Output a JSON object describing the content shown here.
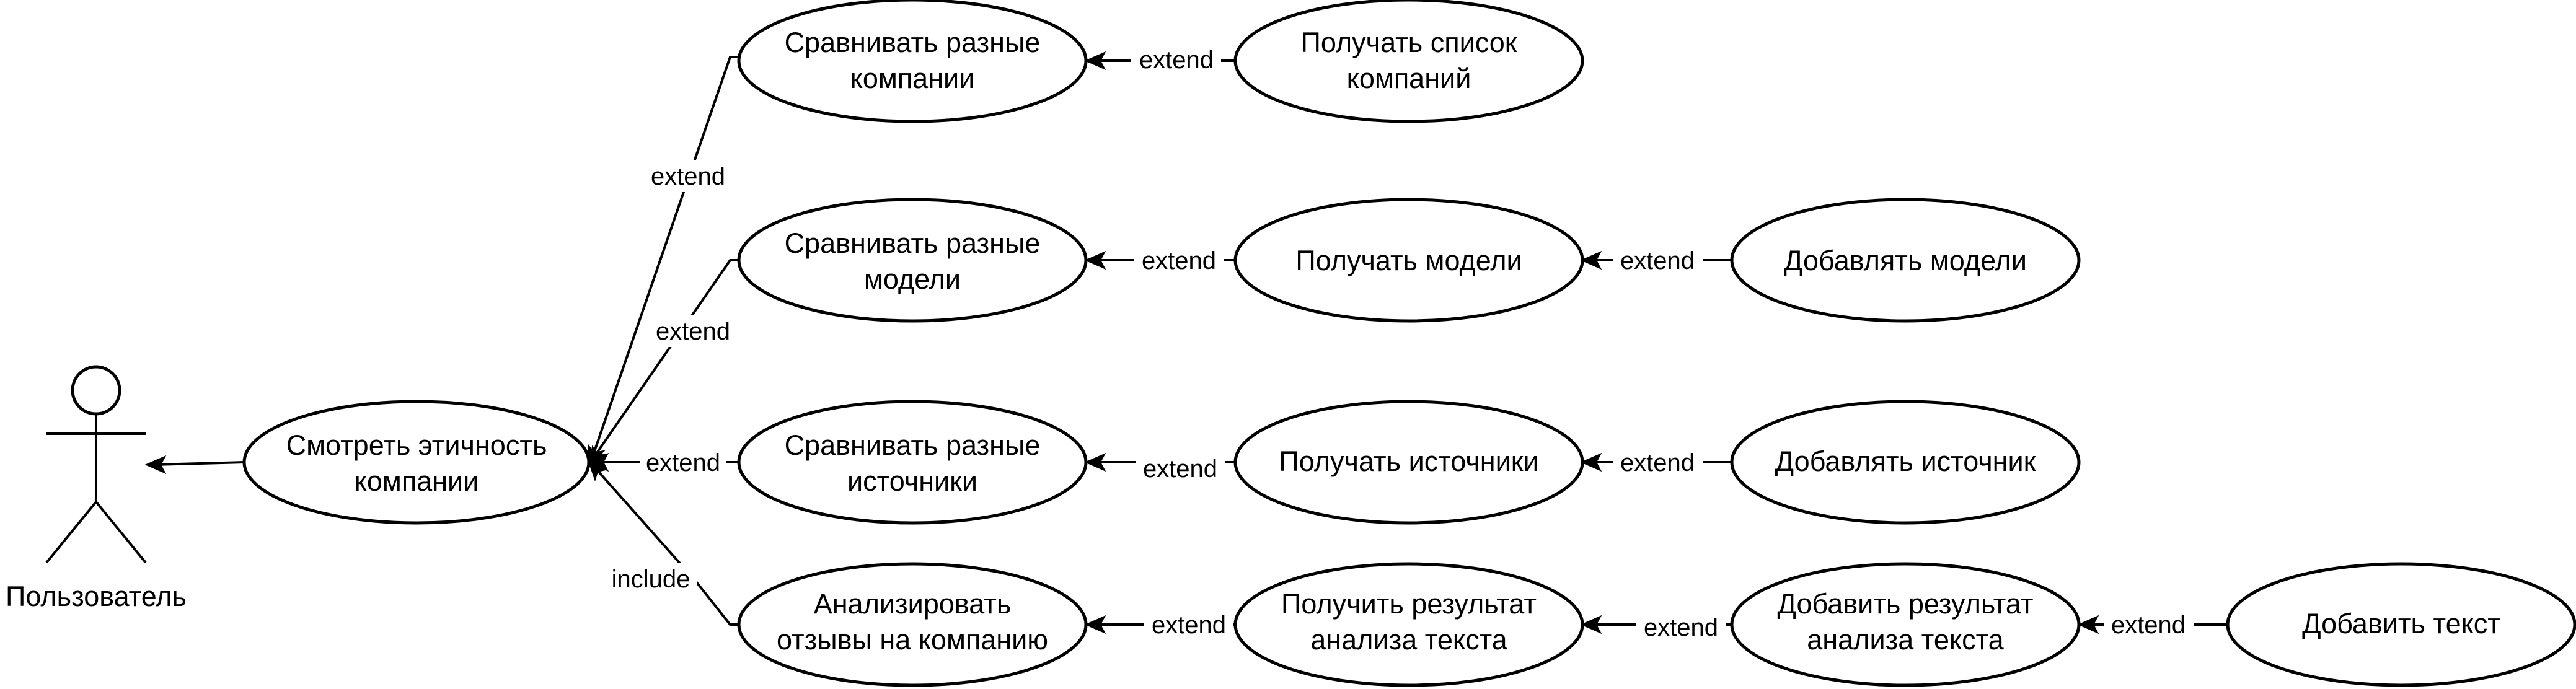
{
  "actor": {
    "name": "Пользователь"
  },
  "use_cases": {
    "uc_ethics": {
      "line1": "Смотреть этичность",
      "line2": "компании"
    },
    "uc_compare_companies": {
      "line1": "Сравнивать разные",
      "line2": "компании"
    },
    "uc_get_companies": {
      "line1": "Получать список",
      "line2": "компаний"
    },
    "uc_compare_models": {
      "line1": "Сравнивать разные",
      "line2": "модели"
    },
    "uc_get_models": {
      "line1": "Получать модели",
      "line2": ""
    },
    "uc_add_models": {
      "line1": "Добавлять модели",
      "line2": ""
    },
    "uc_compare_sources": {
      "line1": "Сравнивать разные",
      "line2": "источники"
    },
    "uc_get_sources": {
      "line1": "Получать источники",
      "line2": ""
    },
    "uc_add_source": {
      "line1": "Добавлять источник",
      "line2": ""
    },
    "uc_analyze_reviews": {
      "line1": "Анализировать",
      "line2": "отзывы на компанию"
    },
    "uc_get_result": {
      "line1": "Получить результат",
      "line2": "анализа текста"
    },
    "uc_add_result": {
      "line1": "Добавить результат",
      "line2": "анализа текста"
    },
    "uc_add_text": {
      "line1": "Добавить текст",
      "line2": ""
    }
  },
  "relations": {
    "ethics_to_actor": "",
    "compare_companies_ext": "extend",
    "compare_models_ext": "extend",
    "compare_sources_ext": "extend",
    "analyze_include": "include",
    "get_companies_ext": "extend",
    "get_models_ext": "extend",
    "add_models_ext": "extend",
    "get_sources_ext": "extend",
    "add_source_ext": "extend",
    "get_result_ext": "extend",
    "add_result_ext": "extend",
    "add_text_ext": "extend"
  },
  "colors": {
    "stroke": "#000000",
    "fill": "#ffffff",
    "text": "#000000"
  }
}
